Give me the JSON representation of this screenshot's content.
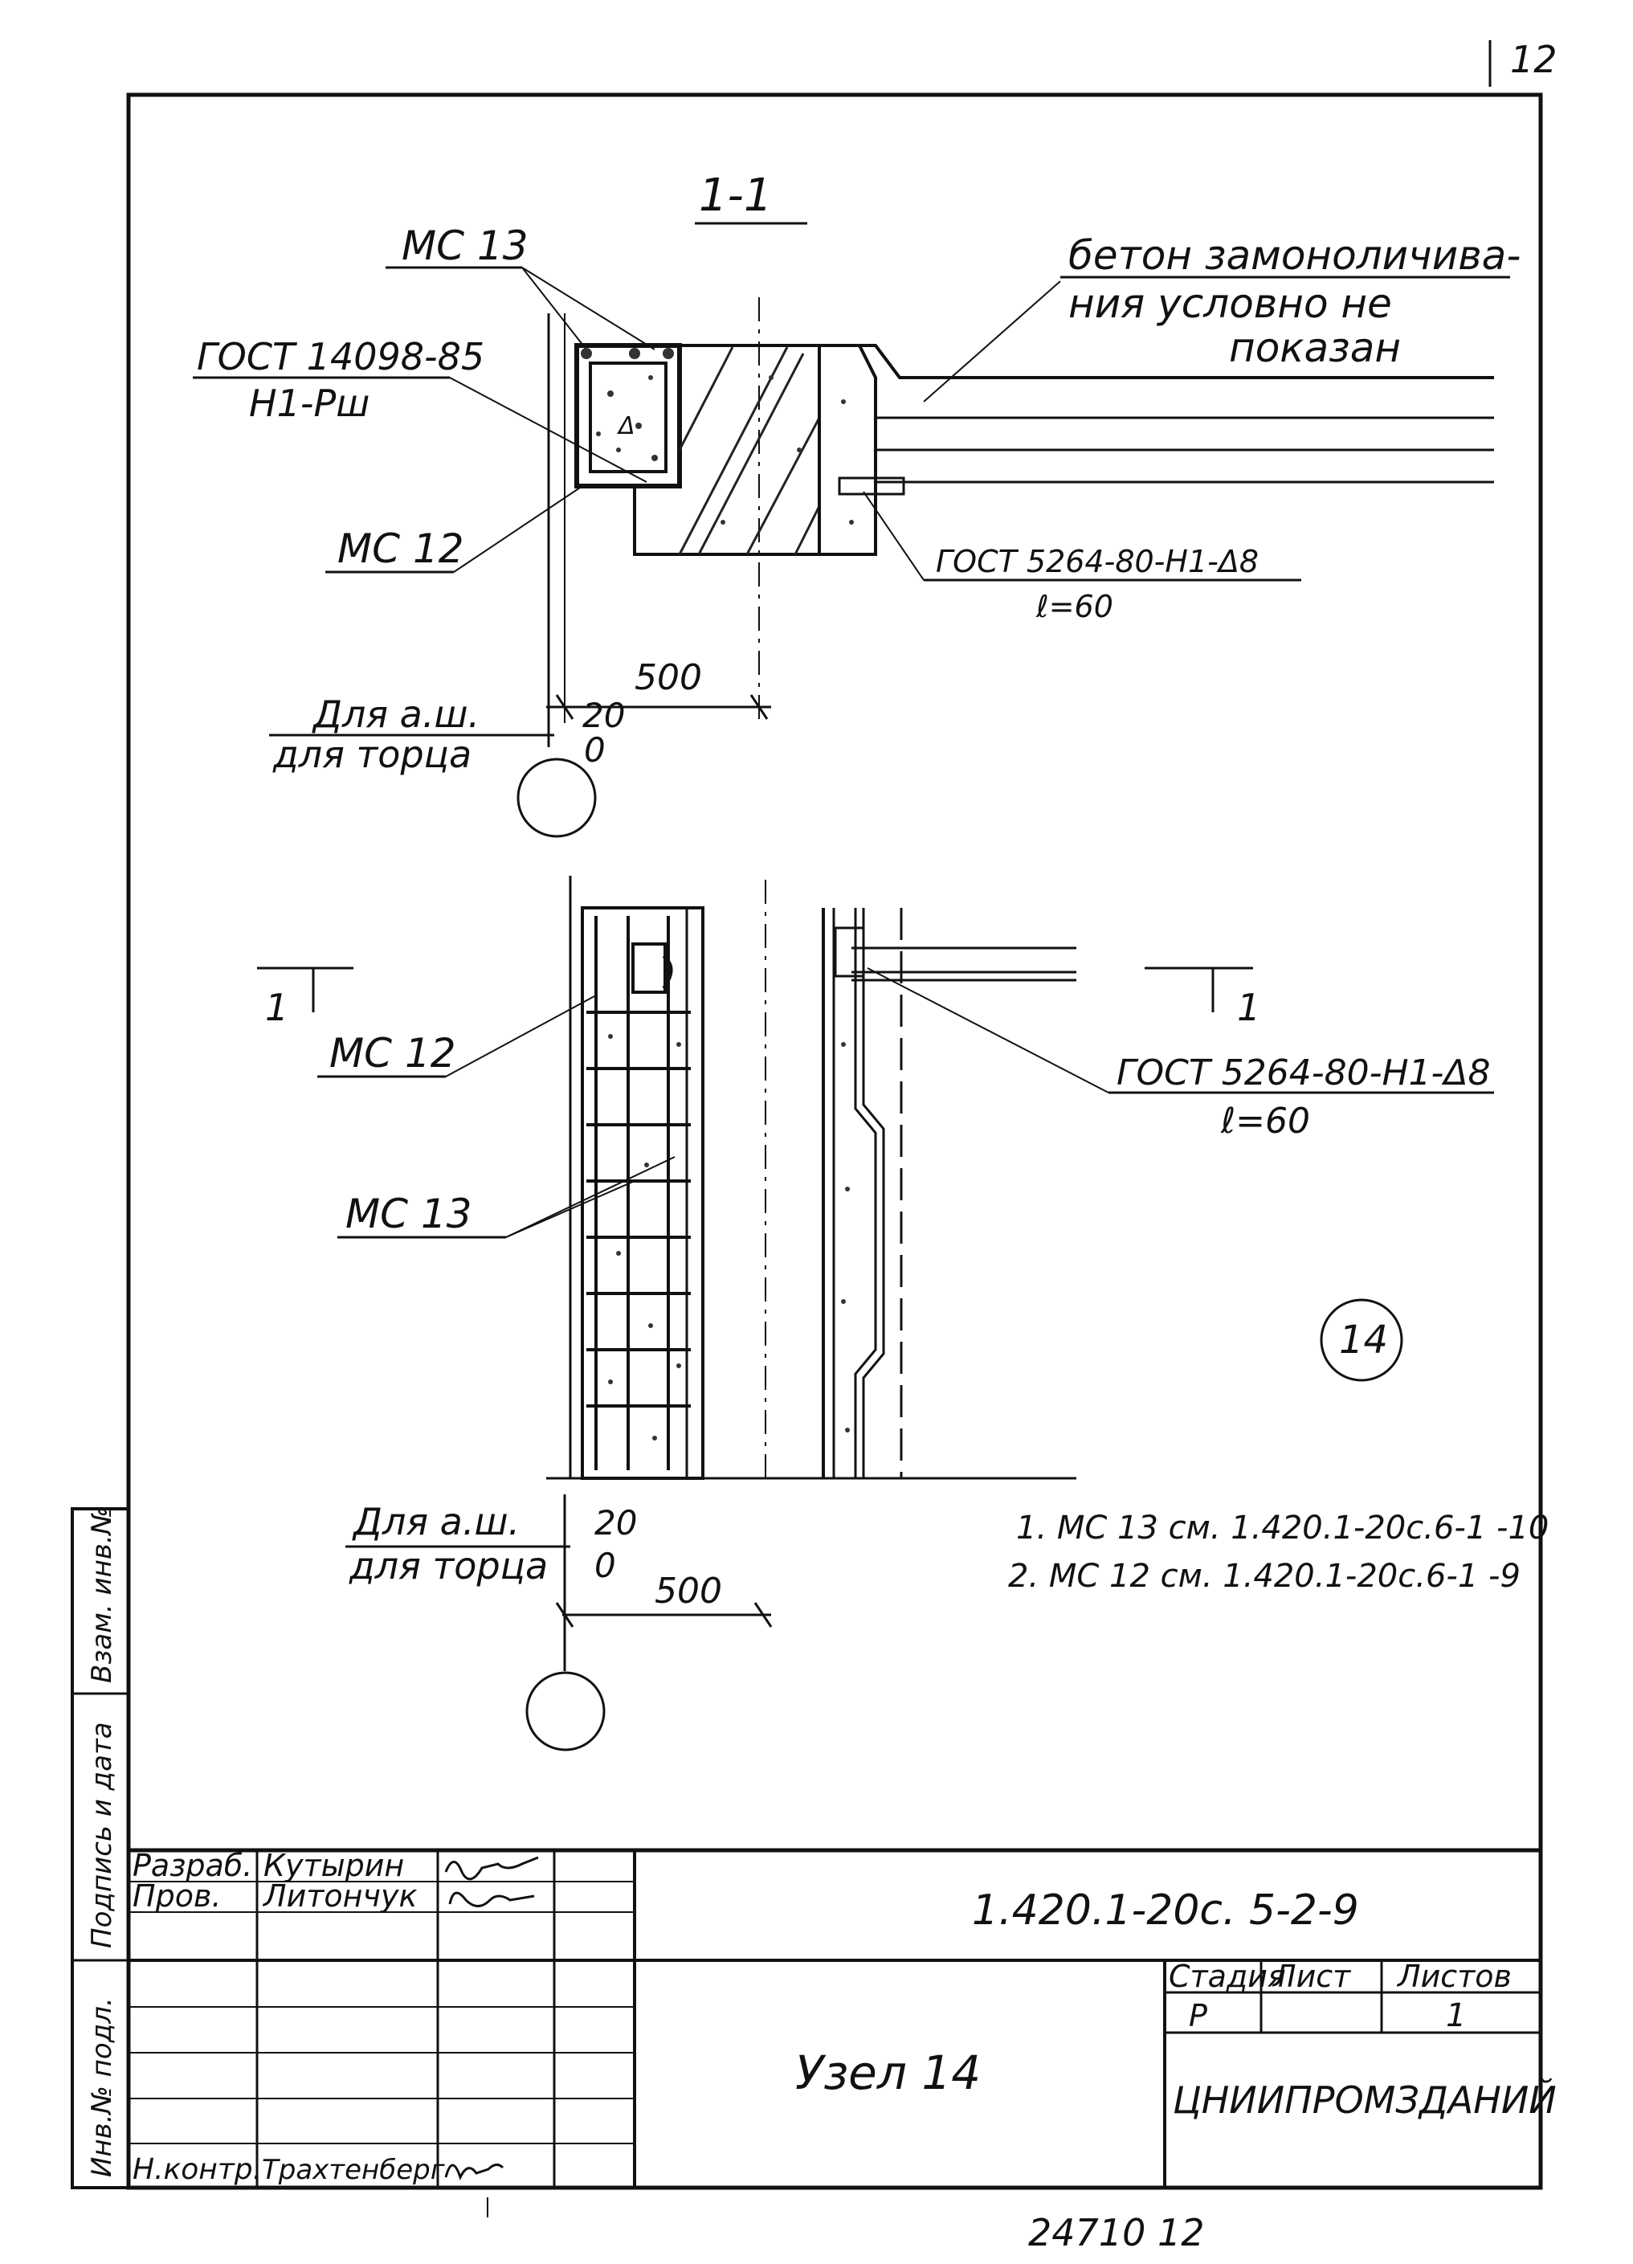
{
  "page_corner_number": "12",
  "section_title": "1-1",
  "concrete_note": [
    "бетон замоноличива-",
    "ния условно не",
    "показан"
  ],
  "top_view": {
    "label_mc13": "МС 13",
    "gost_14098": "ГОСТ 14098-85",
    "h1_pw": "Н1-Рш",
    "label_mc12": "МС 12",
    "gost_5264": "ГОСТ 5264-80-Н1-Δ8",
    "l60": "ℓ=60",
    "dim_500": "500",
    "for_as": "Для а.ш.",
    "for_end": "для торца",
    "val_20": "20",
    "val_0": "0"
  },
  "elevation_view": {
    "section_mark_left": "1",
    "section_mark_right": "1",
    "label_mc12": "МС 12",
    "label_mc13": "МС 13",
    "gost_5264": "ГОСТ 5264-80-Н1-Δ8",
    "l60": "ℓ=60",
    "node_number": "14",
    "for_as": "Для а.ш.",
    "for_end": "для торца",
    "val_20": "20",
    "val_0": "0",
    "dim_500": "500"
  },
  "notes": [
    "1. МС 13 см. 1.420.1-20с.6-1 -10",
    "2. МС 12 см. 1.420.1-20с.6-1 -9"
  ],
  "side_stamp": [
    "Инв.№ подл.",
    "Подпись и дата",
    "Взам. инв.№"
  ],
  "title_block": {
    "document_code": "1.420.1-20с. 5-2-9",
    "title": "Узел 14",
    "organization": "ЦНИИПРОМЗДАНИЙ",
    "stage_header": "Стадия",
    "sheet_header": "Лист",
    "sheets_header": "Листов",
    "stage": "Р",
    "sheet": "",
    "sheets": "1",
    "rows": [
      {
        "role": "Разраб.",
        "name": "Кутырин"
      },
      {
        "role": "Пров.",
        "name": "Литончук"
      },
      {
        "role": "Н.контр.",
        "name": "Трахтенберг"
      }
    ]
  },
  "bottom_number": "24710   12"
}
